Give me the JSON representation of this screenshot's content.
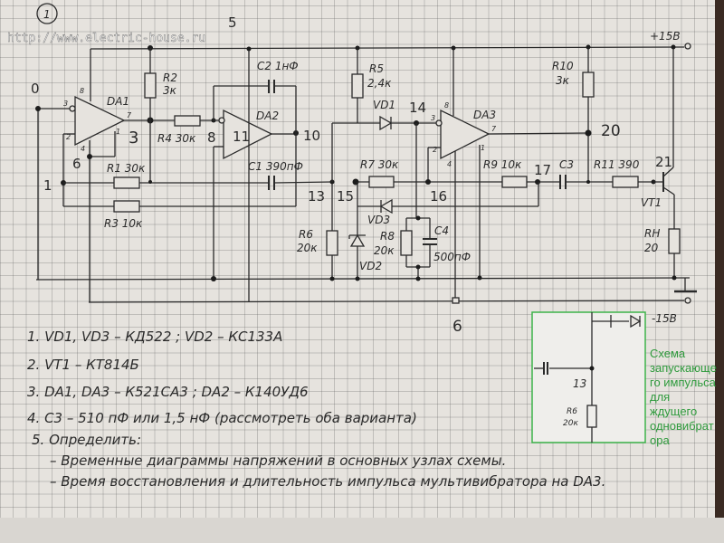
{
  "watermark": "http://www.electric-house.ru",
  "rails": {
    "plus": "+15В",
    "minus": "-15В"
  },
  "components": {
    "da1": "DA1",
    "da2": "DA2",
    "da3": "DA3",
    "r1": "R1 30к",
    "r2_name": "R2",
    "r2_val": "3к",
    "r3": "R3 10к",
    "r4": "R4 30к",
    "r5_name": "R5",
    "r5_val": "2,4к",
    "r6_name": "R6",
    "r6_val": "20к",
    "r7": "R7 30к",
    "r8_name": "R8",
    "r8_val": "20к",
    "r9": "R9 10к",
    "r10_name": "R10",
    "r10_val": "3к",
    "r11": "R11 390",
    "rh_name": "RH",
    "rh_val": "20",
    "c1": "C1 390пФ",
    "c2": "C2  1нФ",
    "c3": "C3",
    "c4_name": "C4",
    "c4_val": "500пФ",
    "vd1": "VD1",
    "vd2": "VD2",
    "vd3": "VD3",
    "vt1": "VT1"
  },
  "pins": {
    "p8": "8",
    "p3": "3",
    "p2": "2",
    "p4": "4",
    "p7": "7",
    "p1": "1"
  },
  "nodes": {
    "n0": "0",
    "n1": "1",
    "n3": "3",
    "n5": "5",
    "n6": "6",
    "n6b": "6",
    "n8": "8",
    "n10": "10",
    "n11": "11",
    "n13": "13",
    "n14": "14",
    "n15": "15",
    "n16": "16",
    "n17": "17",
    "n20": "20",
    "n21": "21",
    "circled": "1"
  },
  "notes": [
    "1. VD1, VD3 – КД522 ;  VD2 – КС133А",
    "2. VT1 – КТ814Б",
    "3. DA1, DA3 – К521СА3 ;  DA2 – К140УД6",
    "4. C3 – 510 пФ   или 1,5 нФ  (рассмотреть оба варианта)",
    "5. Определить:",
    "– Временные диаграммы напряжений  в основных узлах схемы.",
    "– Время восстановления и длительность импульса мультивибратора на DA3."
  ],
  "inset": {
    "node": "13",
    "r6_name": "R6",
    "r6_val": "20к",
    "rail": "-15В",
    "caption": [
      "Схема",
      "запускающе",
      "го импульса",
      "для",
      "ждущего",
      "одновибрат",
      "ора"
    ],
    "border_color": "#3db34a"
  }
}
